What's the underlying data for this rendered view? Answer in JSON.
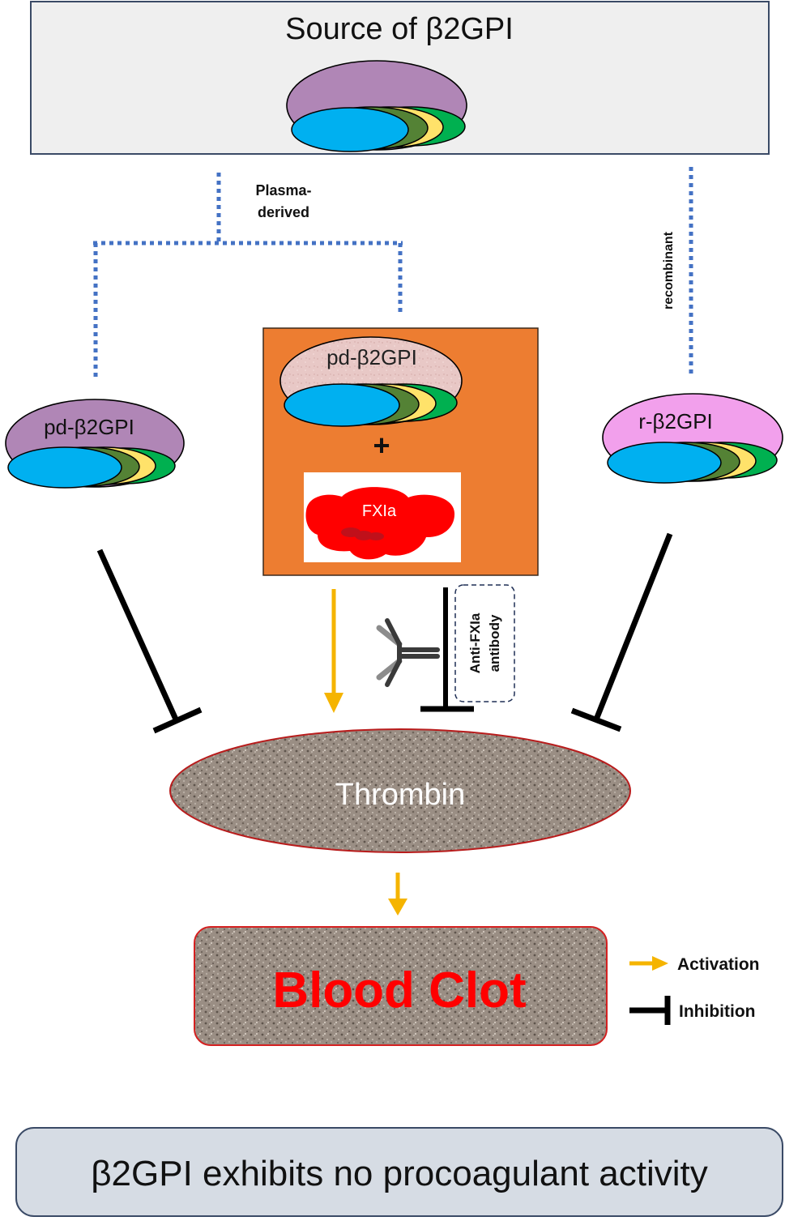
{
  "diagram": {
    "header_title": "Source of β2GPI",
    "edge_labels": {
      "plasma_derived": [
        "Plasma-",
        "derived"
      ],
      "recombinant": "recombinant"
    },
    "nodes": {
      "pd_b2gpi_left": "pd-β2GPI",
      "pd_b2gpi_center": "pd-β2GPI",
      "r_b2gpi": "r-β2GPI",
      "plus_sign": "+",
      "fxia": "FXIa",
      "thrombin": "Thrombin",
      "blood_clot": "Blood Clot"
    },
    "antibody_label": [
      "Anti-FXIa",
      "antibody"
    ],
    "legend": {
      "activation": "Activation",
      "inhibition": "Inhibition"
    },
    "conclusion": "β2GPI exhibits no procoagulant activity",
    "colors": {
      "activation_arrow": "#f5b400",
      "inhibition_bar": "#000000",
      "dotted_connector": "#4472c4",
      "complex_box": "#ed7d31",
      "fxia_red": "#ff0000",
      "blood_clot_text": "#ff0000",
      "pd_protein_body": "#b086b6",
      "r_protein_body": "#f2a0ec",
      "center_protein_body": "#e6c6c4",
      "domain_blue": "#00b0f0",
      "domain_dark_green": "#548235",
      "domain_yellow": "#ffe26a",
      "domain_green": "#00b050"
    }
  }
}
